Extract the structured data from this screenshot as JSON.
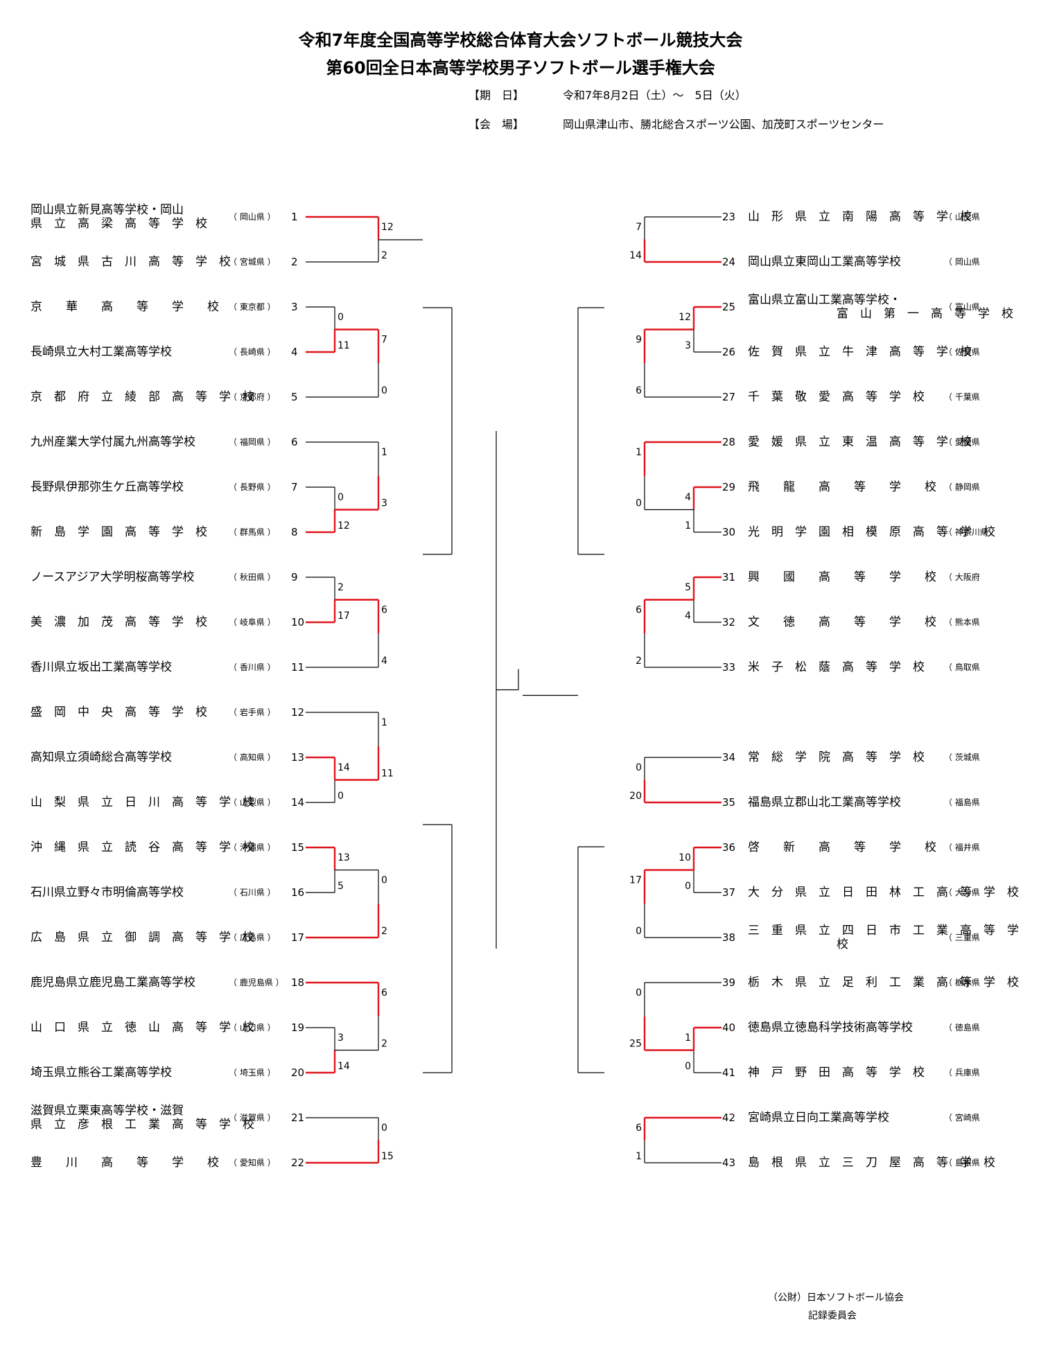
{
  "header": {
    "title1": "令和7年度全国高等学校総合体育大会ソフトボール競技大会",
    "title2": "第60回全日本高等学校男子ソフトボール選手権大会",
    "date_label": "【期　日】",
    "date_value": "令和7年8月2日（土）～　5日（火）",
    "venue_label": "【会　場】",
    "venue_value": "岡山県津山市、勝北総合スポーツ公園、加茂町スポーツセンター"
  },
  "teams": [
    {
      "num": "1",
      "name": "岡山県立新見高等学校・岡山",
      "name2": "県　立　高　梁　高　等　学　校",
      "pref": "（ 岡山県 ）"
    },
    {
      "num": "2",
      "name": "宮　城　県　古　川　高　等　学　校",
      "pref": "（ 宮城県 ）"
    },
    {
      "num": "3",
      "name": "京　　華　　高　　等　　学　　校",
      "pref": "（ 東京都 ）"
    },
    {
      "num": "4",
      "name": "長崎県立大村工業高等学校",
      "pref": "（ 長崎県 ）"
    },
    {
      "num": "5",
      "name": "京　都　府　立　綾　部　高　等　学　校",
      "pref": "（ 京都府 ）"
    },
    {
      "num": "6",
      "name": "九州産業大学付属九州高等学校",
      "pref": "（ 福岡県 ）"
    },
    {
      "num": "7",
      "name": "長野県伊那弥生ケ丘高等学校",
      "pref": "（ 長野県 ）"
    },
    {
      "num": "8",
      "name": "新　島　学　園　高　等　学　校",
      "pref": "（ 群馬県 ）"
    },
    {
      "num": "9",
      "name": "ノースアジア大学明桜高等学校",
      "pref": "（ 秋田県 ）"
    },
    {
      "num": "10",
      "name": "美　濃　加　茂　高　等　学　校",
      "pref": "（ 岐阜県 ）"
    },
    {
      "num": "11",
      "name": "香川県立坂出工業高等学校",
      "pref": "（ 香川県 ）"
    },
    {
      "num": "12",
      "name": "盛　岡　中　央　高　等　学　校",
      "pref": "（ 岩手県 ）"
    },
    {
      "num": "13",
      "name": "高知県立須崎総合高等学校",
      "pref": "（ 高知県 ）"
    },
    {
      "num": "14",
      "name": "山　梨　県　立　日　川　高　等　学　校",
      "pref": "（ 山梨県 ）"
    },
    {
      "num": "15",
      "name": "沖　縄　県　立　読　谷　高　等　学　校",
      "pref": "（ 沖縄県 ）"
    },
    {
      "num": "16",
      "name": "石川県立野々市明倫高等学校",
      "pref": "（ 石川県 ）"
    },
    {
      "num": "17",
      "name": "広　島　県　立　御　調　高　等　学　校",
      "pref": "（ 広島県 ）"
    },
    {
      "num": "18",
      "name": "鹿児島県立鹿児島工業高等学校",
      "pref": "（ 鹿児島県 ）"
    },
    {
      "num": "19",
      "name": "山　口　県　立　徳　山　高　等　学　校",
      "pref": "（ 山口県 ）"
    },
    {
      "num": "20",
      "name": "埼玉県立熊谷工業高等学校",
      "pref": "（ 埼玉県 ）"
    },
    {
      "num": "21",
      "name": "滋賀県立栗東高等学校・滋賀",
      "name2": "県　立　彦　根　工　業　高　等　学　校",
      "pref": "（ 滋賀県 ）"
    },
    {
      "num": "22",
      "name": "豊　　川　　高　　等　　学　　校",
      "pref": "（ 愛知県 ）"
    },
    {
      "num": "23",
      "name": "山　形　県　立　南　陽　高　等　学　校",
      "pref": "（ 山形県"
    },
    {
      "num": "24",
      "name": "岡山県立東岡山工業高等学校",
      "pref": "（ 岡山県"
    },
    {
      "num": "25",
      "name": "富山県立富山工業高等学校・",
      "name2": "富　山　第　一　高　等　学　校",
      "pref": "（ 富山県"
    },
    {
      "num": "26",
      "name": "佐　賀　県　立　牛　津　高　等　学　校",
      "pref": "（ 佐賀県"
    },
    {
      "num": "27",
      "name": "千　葉　敬　愛　高　等　学　校",
      "pref": "（ 千葉県"
    },
    {
      "num": "28",
      "name": "愛　媛　県　立　東　温　高　等　学　校",
      "pref": "（ 愛媛県"
    },
    {
      "num": "29",
      "name": "飛　　龍　　高　　等　　学　　校",
      "pref": "（ 静岡県"
    },
    {
      "num": "30",
      "name": "光　明　学　園　相　模　原　高　等　学　校",
      "pref": "（ 神奈川県"
    },
    {
      "num": "31",
      "name": "興　　國　　高　　等　　学　　校",
      "pref": "（ 大阪府"
    },
    {
      "num": "32",
      "name": "文　　徳　　高　　等　　学　　校",
      "pref": "（ 熊本県"
    },
    {
      "num": "33",
      "name": "米　子　松　蔭　高　等　学　校",
      "pref": "（ 鳥取県"
    },
    {
      "num": "34",
      "name": "常　総　学　院　高　等　学　校",
      "pref": "（ 茨城県"
    },
    {
      "num": "35",
      "name": "福島県立郡山北工業高等学校",
      "pref": "（ 福島県"
    },
    {
      "num": "36",
      "name": "啓　　新　　高　　等　　学　　校",
      "pref": "（ 福井県"
    },
    {
      "num": "37",
      "name": "大　分　県　立　日　田　林　工　高　等　学　校",
      "pref": "（ 大分県"
    },
    {
      "num": "38",
      "name": "三　重　県　立　四　日　市　工　業　高　等　学",
      "name2": "校",
      "pref": "（ 三重県"
    },
    {
      "num": "39",
      "name": "栃　木　県　立　足　利　工　業　高　等　学　校",
      "pref": "（ 栃木県"
    },
    {
      "num": "40",
      "name": "徳島県立徳島科学技術高等学校",
      "pref": "（ 徳島県"
    },
    {
      "num": "41",
      "name": "神　戸　野　田　高　等　学　校",
      "pref": "（ 兵庫県"
    },
    {
      "num": "42",
      "name": "宮崎県立日向工業高等学校",
      "pref": "（ 宮崎県"
    },
    {
      "num": "43",
      "name": "島　根　県　立　三　刀　屋　高　等　学　校",
      "pref": "（ 島根県"
    }
  ],
  "matches": [
    {
      "t1": "1",
      "t2": "2",
      "s1": "12",
      "s2": "2",
      "winner": "1"
    },
    {
      "t1": "3",
      "t2": "4",
      "s1": "0",
      "s2": "11",
      "winner": "4"
    },
    {
      "t1": "4",
      "t2": "5",
      "s1": "7",
      "s2": "0",
      "winner": "4"
    },
    {
      "t1": "7",
      "t2": "8",
      "s1": "0",
      "s2": "12",
      "winner": "8"
    },
    {
      "t1": "6",
      "t2": "8",
      "s1": "1",
      "s2": "3",
      "winner": "8"
    },
    {
      "t1": "9",
      "t2": "10",
      "s1": "2",
      "s2": "17",
      "winner": "10"
    },
    {
      "t1": "10",
      "t2": "11",
      "s1": "6",
      "s2": "4",
      "winner": "10"
    },
    {
      "t1": "13",
      "t2": "14",
      "s1": "14",
      "s2": "0",
      "winner": "13"
    },
    {
      "t1": "12",
      "t2": "13",
      "s1": "1",
      "s2": "11",
      "winner": "13"
    },
    {
      "t1": "15",
      "t2": "16",
      "s1": "13",
      "s2": "5",
      "winner": "15"
    },
    {
      "t1": "15",
      "t2": "17",
      "s1": "0",
      "s2": "2",
      "winner": "17"
    },
    {
      "t1": "19",
      "t2": "20",
      "s1": "3",
      "s2": "14",
      "winner": "20"
    },
    {
      "t1": "18",
      "t2": "20",
      "s1": "6",
      "s2": "2",
      "winner": "18"
    },
    {
      "t1": "21",
      "t2": "22",
      "s1": "0",
      "s2": "15",
      "winner": "22"
    },
    {
      "t1": "23",
      "t2": "24",
      "s1": "7",
      "s2": "14",
      "winner": "24"
    },
    {
      "t1": "25",
      "t2": "26",
      "s1": "12",
      "s2": "3",
      "winner": "25"
    },
    {
      "t1": "25",
      "t2": "27",
      "s1": "9",
      "s2": "6",
      "winner": "25"
    },
    {
      "t1": "29",
      "t2": "30",
      "s1": "4",
      "s2": "1",
      "winner": "29"
    },
    {
      "t1": "28",
      "t2": "29",
      "s1": "1",
      "s2": "0",
      "winner": "28"
    },
    {
      "t1": "31",
      "t2": "32",
      "s1": "5",
      "s2": "4",
      "winner": "31"
    },
    {
      "t1": "31",
      "t2": "33",
      "s1": "6",
      "s2": "2",
      "winner": "31"
    },
    {
      "t1": "34",
      "t2": "35",
      "s1": "0",
      "s2": "20",
      "winner": "35"
    },
    {
      "t1": "36",
      "t2": "37",
      "s1": "10",
      "s2": "0",
      "winner": "36"
    },
    {
      "t1": "36",
      "t2": "38",
      "s1": "17",
      "s2": "0",
      "winner": "36"
    },
    {
      "t1": "40",
      "t2": "41",
      "s1": "1",
      "s2": "0",
      "winner": "40"
    },
    {
      "t1": "39",
      "t2": "40",
      "s1": "0",
      "s2": "25",
      "winner": "40"
    },
    {
      "t1": "42",
      "t2": "43",
      "s1": "6",
      "s2": "1",
      "winner": "42"
    }
  ],
  "footer": {
    "org": "（公財）日本ソフトボール協会",
    "committee": "記録委員会"
  },
  "colors": {
    "winner_line": "#e0141c",
    "line": "#000000"
  }
}
